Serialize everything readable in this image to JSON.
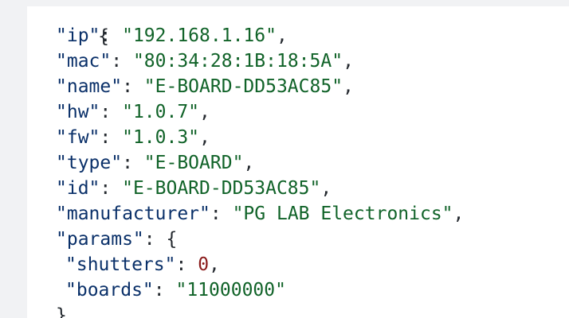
{
  "json_view": {
    "open_brace": "{",
    "close_brace": "}",
    "fields": [
      {
        "key": "\"ip\"",
        "value": "\"192.168.1.16\""
      },
      {
        "key": "\"mac\"",
        "value": "\"80:34:28:1B:18:5A\""
      },
      {
        "key": "\"name\"",
        "value": "\"E-BOARD-DD53AC85\""
      },
      {
        "key": "\"hw\"",
        "value": "\"1.0.7\""
      },
      {
        "key": "\"fw\"",
        "value": "\"1.0.3\""
      },
      {
        "key": "\"type\"",
        "value": "\"E-BOARD\""
      },
      {
        "key": "\"id\"",
        "value": "\"E-BOARD-DD53AC85\""
      },
      {
        "key": "\"manufacturer\"",
        "value": "\"PG LAB Electronics\""
      }
    ],
    "params": {
      "key": "\"params\"",
      "open_brace": "{",
      "fields": [
        {
          "key": "\"shutters\"",
          "value": "0"
        },
        {
          "key": "\"boards\"",
          "value": "\"11000000\""
        }
      ],
      "close_brace": "}"
    }
  },
  "colors": {
    "key": "#0a3069",
    "string": "#116329",
    "number": "#8a1a1a",
    "gutter": "#f1f2f4"
  }
}
